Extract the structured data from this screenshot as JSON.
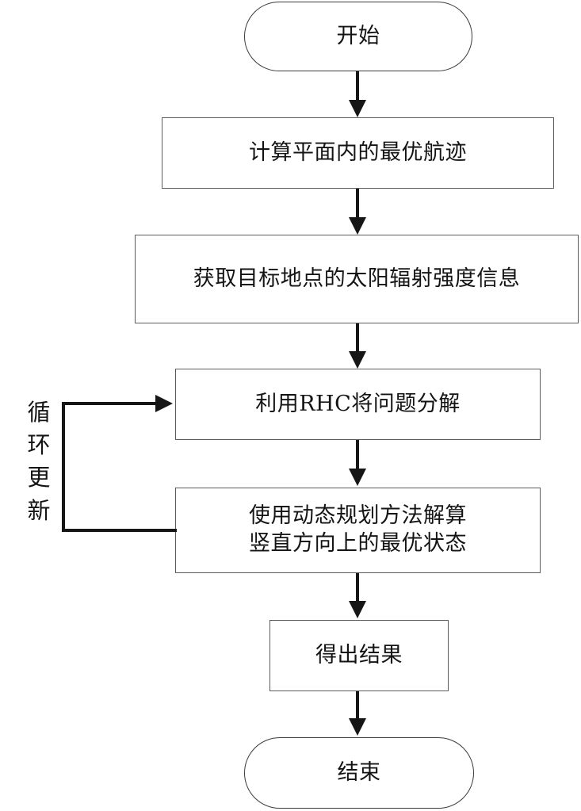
{
  "diagram": {
    "title_text": "",
    "type": "flowchart",
    "orientation": "top-to-bottom",
    "background_color": "#ffffff",
    "line_color": "#161616",
    "box_border_color": "#5c5c5c",
    "terminal_border_color": "#3b3b3b",
    "text_color": "#141414"
  },
  "nodes": {
    "start": {
      "label": "开始",
      "shape": "stadium"
    },
    "step1": {
      "label": "计算平面内的最优航迹",
      "shape": "rectangle"
    },
    "step2": {
      "label": "获取目标地点的太阳辐射强度信息",
      "shape": "rectangle"
    },
    "step3": {
      "label": "利用RHC将问题分解",
      "shape": "rectangle"
    },
    "step4": {
      "label": "使用动态规划方法解算\n竖直方向上的最优状态",
      "shape": "rectangle"
    },
    "step5": {
      "label": "得出结果",
      "shape": "rectangle"
    },
    "end": {
      "label": "结束",
      "shape": "stadium"
    }
  },
  "edges": {
    "loop_label_chars": [
      "循",
      "环",
      "更",
      "新"
    ],
    "loop_label_text": "循环更新",
    "connections": [
      {
        "from": "start",
        "to": "step1",
        "kind": "arrow-down"
      },
      {
        "from": "step1",
        "to": "step2",
        "kind": "arrow-down"
      },
      {
        "from": "step2",
        "to": "step3",
        "kind": "arrow-down"
      },
      {
        "from": "step3",
        "to": "step4",
        "kind": "arrow-down"
      },
      {
        "from": "step4",
        "to": "step3",
        "kind": "feedback-loop-left",
        "label": "循环更新"
      },
      {
        "from": "step4",
        "to": "step5",
        "kind": "arrow-down"
      },
      {
        "from": "step5",
        "to": "end",
        "kind": "arrow-down"
      }
    ]
  }
}
